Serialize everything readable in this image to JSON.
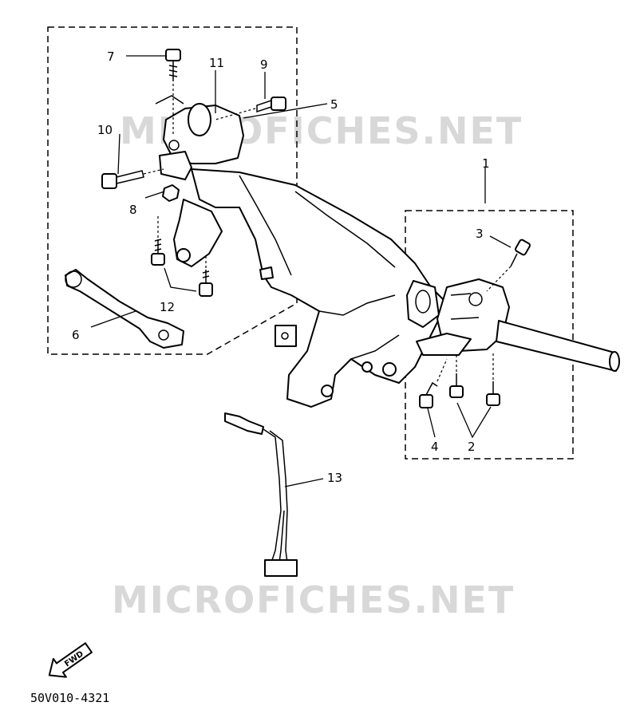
{
  "watermarks": [
    "MICROFICHES.NET",
    "MICROFICHES.NET"
  ],
  "callouts": {
    "c1": "1",
    "c2": "2",
    "c3": "3",
    "c4": "4",
    "c5": "5",
    "c6": "6",
    "c7": "7",
    "c8": "8",
    "c9": "9",
    "c10": "10",
    "c11": "11",
    "c12": "12",
    "c13": "13"
  },
  "fwd_label": "FWD",
  "diagram_code": "50V010-4321"
}
